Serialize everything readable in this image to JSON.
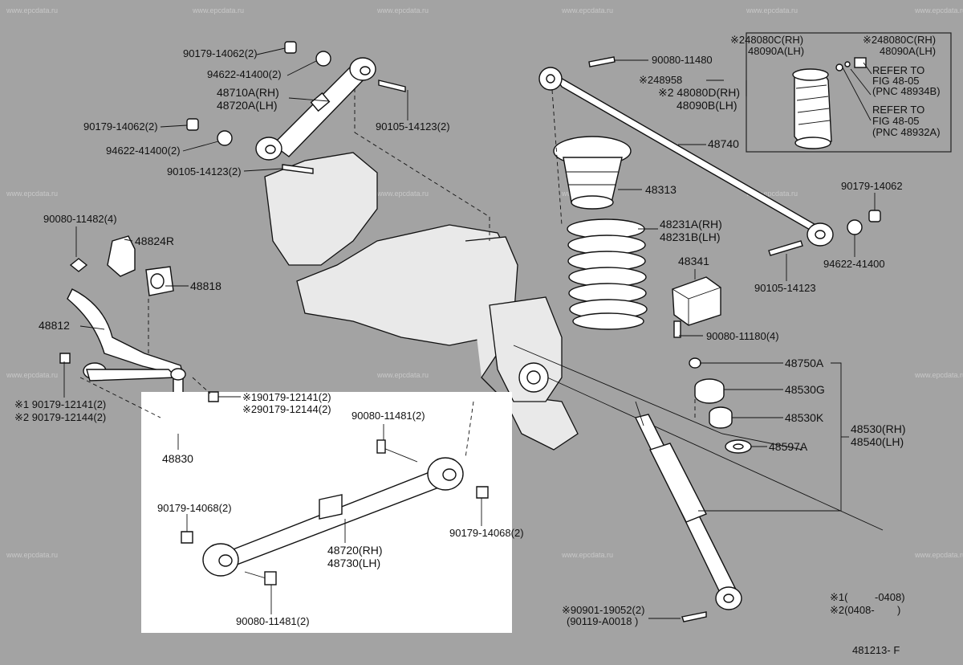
{
  "watermark": "www.epcdata.ru",
  "diagram_code": "481213- F",
  "notes": {
    "note1_mark": "※1(",
    "note1_range": "-0408)",
    "note2_mark": "※2(0408-",
    "note2_range": ")"
  },
  "labels": {
    "p90179_14062_2_a": "90179-14062(2)",
    "p94622_41400_2_a": "94622-41400(2)",
    "p48710A": "48710A(RH)",
    "p48720A": "48720A(LH)",
    "p90179_14062_2_b": "90179-14062(2)",
    "p94622_41400_2_b": "94622-41400(2)",
    "p90105_14123_2_a": "90105-14123(2)",
    "p90105_14123_2_b": "90105-14123(2)",
    "p90080_11480": "90080-11480",
    "p48958": "※248958",
    "p48080D": "※2 48080D(RH)",
    "p48090B": "48090B(LH)",
    "p48740": "48740",
    "box_48080C_l": "※248080C(RH)",
    "box_48090A_l": "48090A(LH)",
    "box_48080C_r": "※248080C(RH)",
    "box_48090A_r": "48090A(LH)",
    "box_refer1_a": "REFER TO",
    "box_refer1_b": "FIG 48-05",
    "box_refer1_c": "(PNC 48934B)",
    "box_refer2_a": "REFER TO",
    "box_refer2_b": "FIG 48-05",
    "box_refer2_c": "(PNC 48932A)",
    "p48313": "48313",
    "p48231A": "48231A(RH)",
    "p48231B": "48231B(LH)",
    "p90179_14062": "90179-14062",
    "p94622_41400": "94622-41400",
    "p90105_14123": "90105-14123",
    "p48341": "48341",
    "p90080_11180": "90080-11180(4)",
    "p90080_11482": "90080-11482(4)",
    "p48824R": "48824R",
    "p48818": "48818",
    "p48812": "48812",
    "p48750A": "48750A",
    "p48530G": "48530G",
    "p48530K": "48530K",
    "p48597A": "48597A",
    "p48530RH": "48530(RH)",
    "p48540LH": "48540(LH)",
    "p90179_12141_left": "※1 90179-12141(2)",
    "p90179_12144_left": "※2 90179-12144(2)",
    "p48830": "48830",
    "p90179_12141_mid": "※190179-12141(2)",
    "p90179_12144_mid": "※290179-12144(2)",
    "p90080_11481_top": "90080-11481(2)",
    "p90179_14068_left": "90179-14068(2)",
    "p90179_14068_right": "90179-14068(2)",
    "p48720RH": "48720(RH)",
    "p48730LH": "48730(LH)",
    "p90080_11481_bot": "90080-11481(2)",
    "p90901": "※90901-19052(2)",
    "p90119": "(90119-A0018 )"
  }
}
